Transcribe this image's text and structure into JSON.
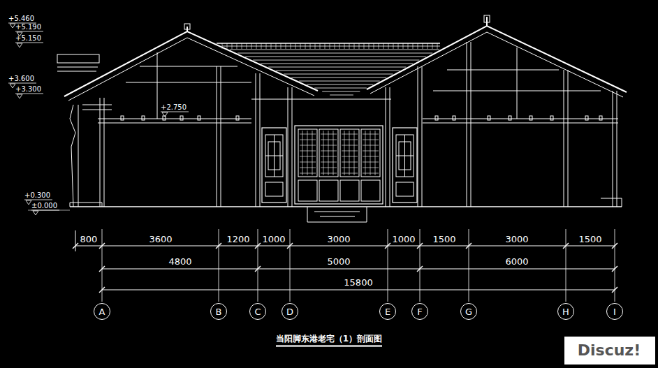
{
  "diagram": {
    "title": "当阳脚东港老宅（1）剖面图",
    "nodes": [
      {
        "text": [
          "A"
        ]
      },
      {
        "text": [
          "B"
        ]
      },
      {
        "text": [
          "C"
        ]
      },
      {
        "text": [
          "D"
        ]
      },
      {
        "text": [
          "E"
        ]
      },
      {
        "text": [
          "F"
        ]
      },
      {
        "text": [
          "G"
        ]
      },
      {
        "text": [
          "H"
        ]
      },
      {
        "text": [
          "I"
        ]
      }
    ],
    "labels": [
      "+5.460",
      "+5.190",
      "+5.150",
      "+3.600",
      "+3.300",
      "+2.750",
      "+0.300",
      "±0.000",
      "800",
      "3600",
      "1200",
      "1000",
      "3000",
      "1000",
      "1500",
      "3000",
      "1500",
      "4800",
      "5000",
      "6000",
      "15800",
      "Discuz!"
    ]
  }
}
